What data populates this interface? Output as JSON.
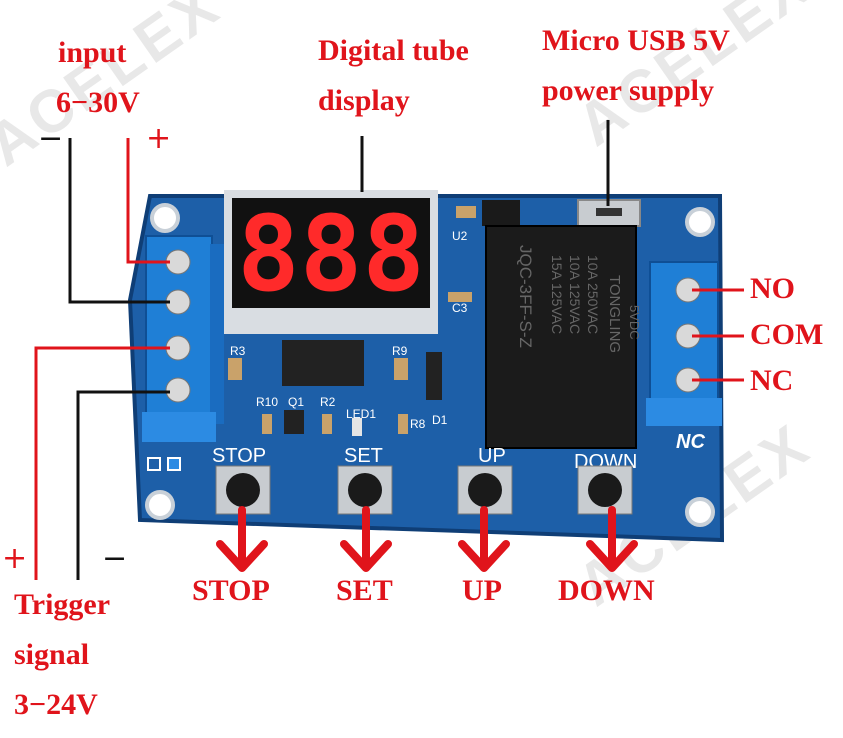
{
  "labels": {
    "input_title": "input",
    "input_range": "6−30V",
    "input_minus": "−",
    "input_plus": "+",
    "display_line1": "Digital tube",
    "display_line2": "display",
    "usb_line1": "Micro USB 5V",
    "usb_line2": "power supply",
    "no": "NO",
    "com": "COM",
    "nc": "NC",
    "trigger_plus": "+",
    "trigger_minus": "−",
    "trigger_line1": "Trigger",
    "trigger_line2": "signal",
    "trigger_range": "3−24V",
    "btn_stop": "STOP",
    "btn_set": "SET",
    "btn_up": "UP",
    "btn_down": "DOWN"
  },
  "board": {
    "display_digits": "888",
    "silk_stop": "STOP",
    "silk_set": "SET",
    "silk_up": "UP",
    "silk_down": "DOWN",
    "silk_nc": "NC",
    "silk_led1": "LED1",
    "silk_r10": "R10",
    "silk_q1": "Q1",
    "silk_r2": "R2",
    "silk_r8": "R8",
    "silk_d1": "D1",
    "silk_r3": "R3",
    "silk_r9": "R9",
    "silk_u2": "U2",
    "silk_c3": "C3",
    "relay_brand": "TONGLING",
    "relay_model": "JQC-3FF-S-Z",
    "relay_spec1": "10A 250VAC",
    "relay_spec2": "10A 125VAC",
    "relay_spec3": "15A 125VAC",
    "relay_coil": "5VDC"
  },
  "watermark": "ACELEX",
  "colors": {
    "label_red": "#e0141b",
    "pcb_blue": "#1d5fa8",
    "terminal_blue": "#1f7fd6",
    "segment_red": "#ff2a2a"
  }
}
